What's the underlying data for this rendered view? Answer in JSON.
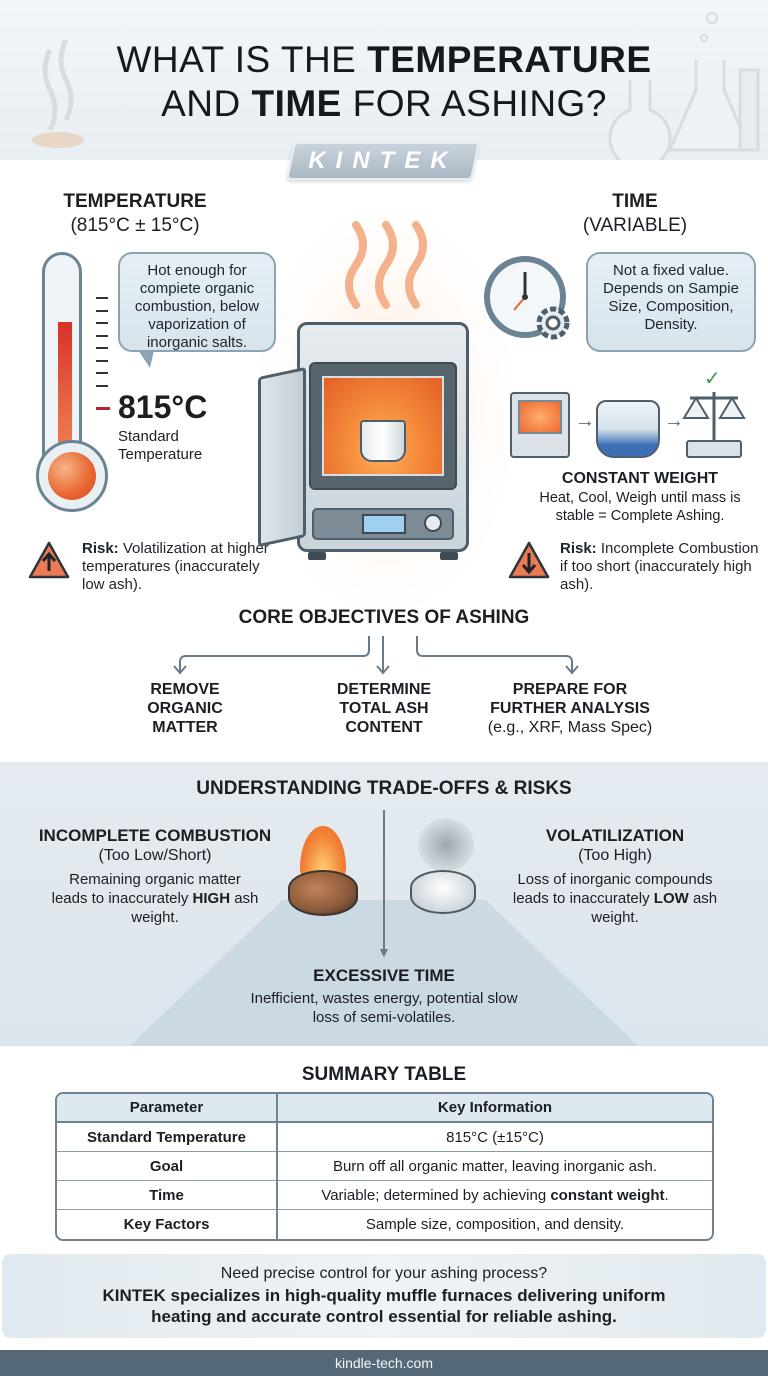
{
  "header": {
    "title_parts": [
      {
        "text": "WHAT IS THE ",
        "bold": false
      },
      {
        "text": "TEMPERATURE",
        "bold": true
      },
      {
        "text": "AND ",
        "bold": false
      },
      {
        "text": "TIME",
        "bold": true
      },
      {
        "text": " FOR ASHING?",
        "bold": false
      }
    ],
    "logo": "KINTEK"
  },
  "temperature": {
    "heading": "TEMPERATURE",
    "subheading": "(815°C ± 15°C)",
    "bubble": "Hot enough for compiete organic combustion, below vaporization of inorganic salts.",
    "value": "815°C",
    "value_label": "Standard Temperature",
    "risk_label": "Risk:",
    "risk_text": "Volatilization at higher temperatures (inaccurately low ash).",
    "risk_icon": "warning-up-arrow-icon"
  },
  "time": {
    "heading": "TIME",
    "subheading": "(VARIABLE)",
    "bubble": "Not a fixed value. Depends on Sampie Size, Composition, Density.",
    "process_heading": "CONSTANT WEIGHT",
    "process_text": "Heat, Cool, Weigh until mass is stable = Complete Ashing.",
    "risk_label": "Risk:",
    "risk_text": "Incomplete Combustion if too short (inaccurately high ash).",
    "risk_icon": "warning-down-arrow-icon",
    "process_icons": [
      "furnace-icon",
      "desiccator-icon",
      "balance-scale-icon",
      "check-icon"
    ],
    "arrow": "→",
    "check": "✓"
  },
  "objectives": {
    "title": "CORE OBJECTIVES OF ASHING",
    "items": [
      {
        "lines": [
          "REMOVE",
          "ORGANIC",
          "MATTER"
        ],
        "sub": ""
      },
      {
        "lines": [
          "DETERMINE",
          "TOTAL ASH",
          "CONTENT"
        ],
        "sub": ""
      },
      {
        "lines": [
          "PREPARE FOR",
          "FURTHER ANALYSIS"
        ],
        "sub": "(e.g., XRF, Mass Spec)"
      }
    ]
  },
  "tradeoffs": {
    "title": "UNDERSTANDING TRADE-OFFS & RISKS",
    "left": {
      "heading": "INCOMPLETE COMBUSTION",
      "sub": "(Too Low/Short)",
      "body_pre": "Remaining organic matter leads to inaccurately ",
      "body_bold": "HIGH",
      "body_post": " ash weight."
    },
    "right": {
      "heading": "VOLATILIZATION",
      "sub": "(Too High)",
      "body_pre": "Loss of inorganic compounds leads to inaccurately ",
      "body_bold": "LOW",
      "body_post": " ash weight."
    },
    "bottom": {
      "heading": "EXCESSIVE TIME",
      "body": "Inefficient, wastes energy, potential slow loss of semi-volatiles."
    }
  },
  "summary": {
    "title": "SUMMARY TABLE",
    "columns": [
      "Parameter",
      "Key Information"
    ],
    "rows": [
      {
        "param": "Standard Temperature",
        "info_pre": "815°C (±15°C)",
        "info_bold": "",
        "info_post": ""
      },
      {
        "param": "Goal",
        "info_pre": "Burn off all organic matter, leaving inorganic ash.",
        "info_bold": "",
        "info_post": ""
      },
      {
        "param": "Time",
        "info_pre": "Variable; determined by achieving ",
        "info_bold": "constant weight",
        "info_post": "."
      },
      {
        "param": "Key Factors",
        "info_pre": "Sample size, composition, and density.",
        "info_bold": "",
        "info_post": ""
      }
    ]
  },
  "cta": {
    "question": "Need precise control for your ashing process?",
    "line1": "KINTEK specializes in high-quality muffle furnaces delivering uniform",
    "line2": "heating and accurate control essential for reliable ashing."
  },
  "footer": {
    "url": "kindle-tech.com"
  },
  "colors": {
    "accent_orange": "#e8652f",
    "footer_bg": "#546878",
    "section_bg": "#e4ebf0",
    "outline": "#4e5f6b"
  }
}
